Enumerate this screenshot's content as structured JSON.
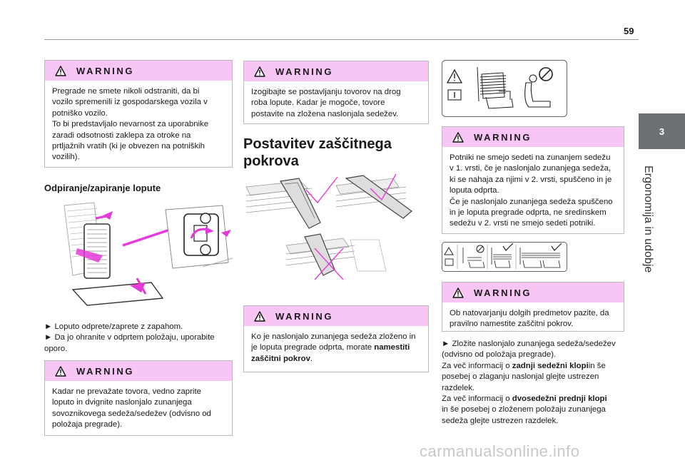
{
  "page": {
    "number": "59"
  },
  "side_tab": {
    "chapter": "3",
    "title": "Ergonomija in udobje"
  },
  "warning_label": "WARNING",
  "col1": {
    "warning1": {
      "lines": [
        "Pregrade ne smete nikoli odstraniti, da bi",
        "vozilo spremenili iz gospodarskega vozila v",
        "potniško vozilo.",
        "To bi predstavljalo nevarnost za uporabnike",
        "zaradi odsotnosti zaklepa za otroke na",
        "prtljažnih vratih (ki je obvezen na potniških",
        "vozilih)."
      ]
    },
    "heading": "Odpiranje/zapiranje lopute",
    "steps": [
      "► Loputo odprete/zaprete z zapahom.",
      "► Da jo ohranite v odprtem položaju, uporabite",
      "oporo."
    ],
    "warning2": {
      "lines": [
        "Kadar ne prevažate tovora, vedno zaprite",
        "loputo in dvignite naslonjalo zunanjega",
        "sovoznikovega sedeža/sedežev (odvisno od",
        "položaja pregrade)."
      ]
    }
  },
  "col2": {
    "warning1": {
      "lines": [
        "Izogibajte se postavljanju tovorov na drog",
        "roba lopute. Kadar je mogoče, tovore",
        "postavite na zložena naslonjala sedežev."
      ]
    },
    "title_line1": "Postavitev zaščitnega",
    "title_line2": "pokrova",
    "warning2": {
      "line1": "Ko je naslonjalo zunanjega sedeža zloženo in",
      "line2": "je loputa pregrade odprta, morate ",
      "line2_bold": "namestiti",
      "line3_bold": "zaščitni pokrov",
      "line3_tail": "."
    }
  },
  "col3": {
    "warning1": {
      "lines": [
        "Potniki ne smejo sedeti na zunanjem sedežu",
        "v 1. vrsti, če je naslonjalo zunanjega sedeža,",
        "ki se nahaja za njimi v 2. vrsti, spuščeno in je",
        "loputa odprta.",
        "Če je naslonjalo zunanjega sedeža spuščeno",
        "in je loputa pregrade odprta, ne sredinskem",
        "sedežu v 2. vrsti ne smejo sedeti potniki."
      ]
    },
    "warning2": {
      "lines": [
        "Ob natovarjanju dolgih predmetov pazite, da",
        "pravilno namestite zaščitni pokrov."
      ]
    },
    "para": {
      "l1": "► Zložite naslonjalo zunanjega sedeža/sedežev",
      "l2": "(odvisno od položaja pregrade).",
      "l3a": "Za več informacij o ",
      "l3b": "zadnji sedežni klopi",
      "l3c": "in še",
      "l4": "posebej o zlaganju naslonjal glejte ustrezen",
      "l5": "razdelek.",
      "l6a": "Za več informacij o ",
      "l6b": "dvosedežni prednji klopi",
      "l7": "in še posebej o zloženem položaju zunanjega",
      "l8": "sedeža glejte ustrezen razdelek."
    }
  },
  "watermark": "carmanualsonline.info",
  "colors": {
    "warning_header": "#f8c6f5",
    "side_tab": "#6b7074",
    "accent_magenta": "#e53ad9"
  }
}
